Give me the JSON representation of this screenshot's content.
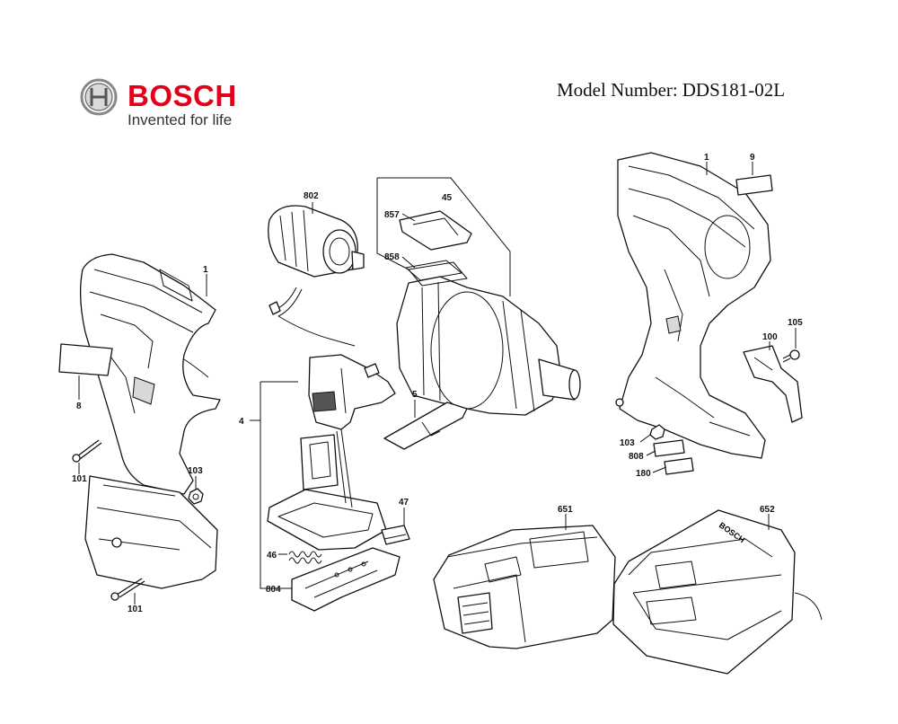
{
  "header": {
    "brand_name": "BOSCH",
    "brand_slogan": "Invented for life",
    "brand_color": "#e2001a",
    "model_label": "Model Number:",
    "model_number": "DDS181-02L"
  },
  "parts": {
    "p1a": "1",
    "p8": "8",
    "p101a": "101",
    "p101b": "101",
    "p103a": "103",
    "p802": "802",
    "p4": "4",
    "p46": "46",
    "p804": "804",
    "p47": "47",
    "p45": "45",
    "p857": "857",
    "p858": "858",
    "p5": "5",
    "p1b": "1",
    "p9": "9",
    "p105": "105",
    "p100": "100",
    "p103b": "103",
    "p808": "808",
    "p180": "180",
    "p651": "651",
    "p652": "652"
  },
  "charger_print": "BOSCH"
}
